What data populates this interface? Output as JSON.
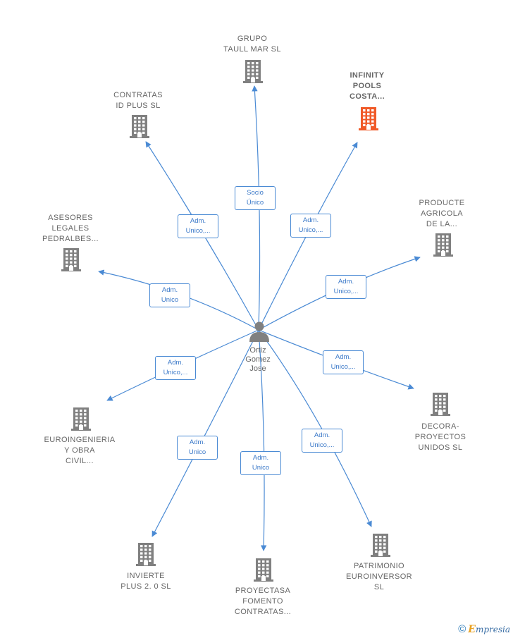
{
  "center": {
    "name": "Ortiz\nGomez\nJose",
    "icon": "person-icon"
  },
  "colors": {
    "edge": "#4a8ad4",
    "building": "#808080",
    "highlight": "#f05a28"
  },
  "companies": [
    {
      "id": "grupo-taull",
      "label": "GRUPO\nTAULL MAR  SL",
      "highlight": false
    },
    {
      "id": "infinity-pools",
      "label": "INFINITY\nPOOLS\nCOSTA...",
      "highlight": true
    },
    {
      "id": "contratas-id",
      "label": "CONTRATAS\nID PLUS  SL",
      "highlight": false
    },
    {
      "id": "producte-agricola",
      "label": "PRODUCTE\nAGRICOLA\nDE LA...",
      "highlight": false
    },
    {
      "id": "asesores-legales",
      "label": "ASESORES\nLEGALES\nPEDRALBES...",
      "highlight": false
    },
    {
      "id": "decora-proyectos",
      "label": "DECORA-\nPROYECTOS\nUNIDOS  SL",
      "highlight": false
    },
    {
      "id": "euroingenieria",
      "label": "EUROINGENIERIA\nY OBRA\nCIVIL...",
      "highlight": false
    },
    {
      "id": "invierte-plus",
      "label": "INVIERTE\nPLUS 2. 0  SL",
      "highlight": false
    },
    {
      "id": "proyectasa",
      "label": "PROYECTASA\nFOMENTO\nCONTRATAS...",
      "highlight": false
    },
    {
      "id": "patrimonio",
      "label": "PATRIMONIO\nEUROINVERSOR\nSL",
      "highlight": false
    }
  ],
  "relations": [
    {
      "to": "grupo-taull",
      "label": "Socio\nÚnico"
    },
    {
      "to": "infinity-pools",
      "label": "Adm.\nUnico,..."
    },
    {
      "to": "contratas-id",
      "label": "Adm.\nUnico,..."
    },
    {
      "to": "producte-agricola",
      "label": "Adm.\nUnico,..."
    },
    {
      "to": "asesores-legales",
      "label": "Adm.\nUnico"
    },
    {
      "to": "decora-proyectos",
      "label": "Adm.\nUnico,..."
    },
    {
      "to": "euroingenieria",
      "label": "Adm.\nUnico,..."
    },
    {
      "to": "invierte-plus",
      "label": "Adm.\nUnico"
    },
    {
      "to": "proyectasa",
      "label": "Adm.\nUnico"
    },
    {
      "to": "patrimonio",
      "label": "Adm.\nUnico,..."
    }
  ],
  "footer": {
    "copyright_symbol": "©",
    "brand_initial": "E",
    "brand_rest": "mpresia"
  }
}
